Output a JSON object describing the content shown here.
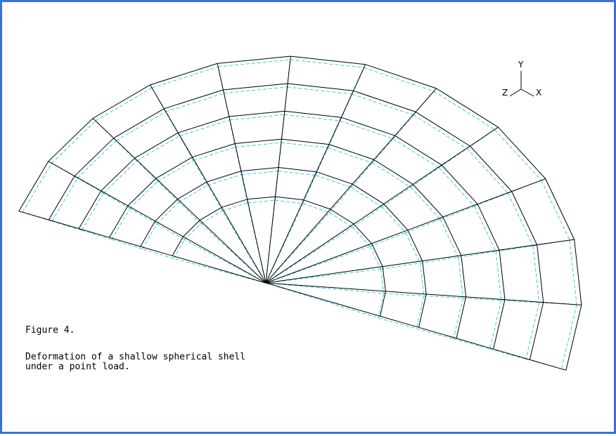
{
  "figure": {
    "label": "Figure 4.",
    "description_line1": "Deformation of a shallow spherical shell",
    "description_line2": "under a point load."
  },
  "axes_triad": {
    "x": "X",
    "y": "Y",
    "z": "Z"
  },
  "colors": {
    "frame_border": "#3a6fe0",
    "undeformed_mesh": "#000000",
    "deformed_mesh": "#33ccdd"
  }
}
